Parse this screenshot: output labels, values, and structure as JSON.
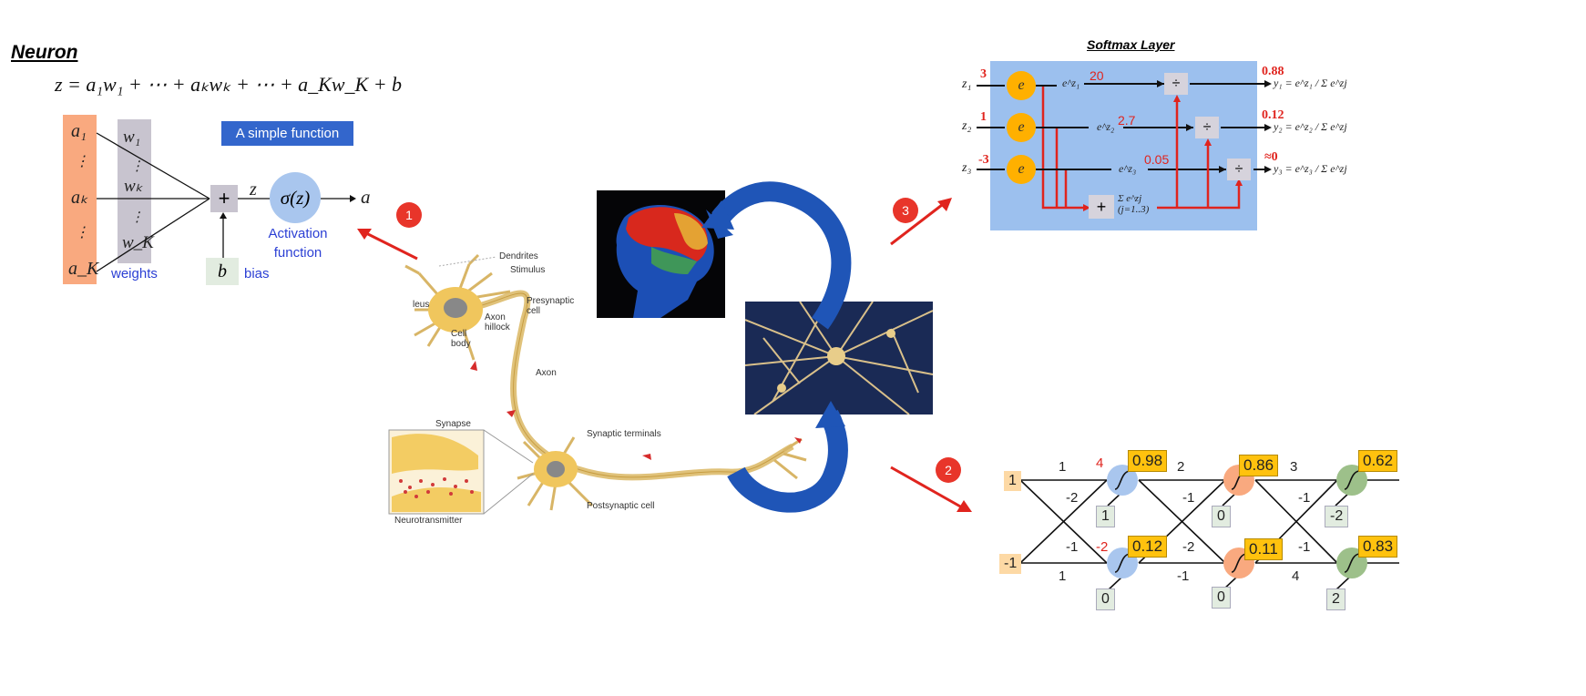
{
  "neuron": {
    "title": "Neuron",
    "equation": "z = a₁w₁ + ⋯ + aₖwₖ + ⋯ + a_Kw_K + b",
    "inputs": [
      "a₁",
      "⋮",
      "aₖ",
      "⋮",
      "a_K"
    ],
    "weights": [
      "w₁",
      "⋮",
      "wₖ",
      "⋮",
      "w_K"
    ],
    "weights_label": "weights",
    "sum_symbol": "+",
    "z_label": "z",
    "activation": "σ(z)",
    "activation_label": "Activation function",
    "output": "a",
    "bias": "b",
    "bias_label": "bias",
    "simple_function": "A simple function"
  },
  "markers": [
    "1",
    "2",
    "3"
  ],
  "biology": {
    "labels": {
      "dendrites": "Dendrites",
      "stimulus": "Stimulus",
      "nucleus": "leus",
      "presynaptic": "Presynaptic cell",
      "axon_hillock": "Axon hillock",
      "cell_body": "Cell body",
      "axon": "Axon",
      "synapse": "Synapse",
      "synaptic_terminals": "Synaptic terminals",
      "neurotransmitter": "Neurotransmitter",
      "postsynaptic": "Postsynaptic cell"
    }
  },
  "softmax": {
    "title": "Softmax Layer",
    "inputs": [
      {
        "name": "z₁",
        "value": "3"
      },
      {
        "name": "z₂",
        "value": "1"
      },
      {
        "name": "z₃",
        "value": "-3"
      }
    ],
    "exp_node": "e",
    "exps": [
      {
        "label": "e^z₁",
        "value": "20"
      },
      {
        "label": "e^z₂",
        "value": "2.7"
      },
      {
        "label": "e^z₃",
        "value": "0.05"
      }
    ],
    "divide": "÷",
    "sum_label": "Σ e^zj (j=1..3)",
    "outputs": [
      {
        "value": "0.88",
        "formula": "y₁ = e^z₁ / Σ e^zj"
      },
      {
        "value": "0.12",
        "formula": "y₂ = e^z₂ / Σ e^zj"
      },
      {
        "value": "≈0",
        "formula": "y₃ = e^z₃ / Σ e^zj"
      }
    ]
  },
  "network": {
    "inputs": [
      "1",
      "-1"
    ],
    "layer1": {
      "weights": [
        "1",
        "-2",
        "-1",
        "1"
      ],
      "pre": [
        "4",
        "-2"
      ],
      "outputs": [
        "0.98",
        "0.12"
      ],
      "biases": [
        "1",
        "0"
      ]
    },
    "layer2": {
      "weights": [
        "2",
        "-1",
        "-2",
        "-1"
      ],
      "outputs": [
        "0.86",
        "0.11"
      ],
      "biases": [
        "0",
        "0"
      ]
    },
    "layer3": {
      "weights": [
        "3",
        "-1",
        "-1",
        "4"
      ],
      "outputs": [
        "0.62",
        "0.83"
      ],
      "biases": [
        "-2",
        "2"
      ]
    }
  },
  "colors": {
    "input_box": "#f9a97f",
    "weight_box": "#c8c4cf",
    "activation_circle": "#a9c6ee",
    "softmax_bg": "#9cc0ee",
    "exp_node": "#ffb000",
    "red": "#e0241e",
    "arrow_blue": "#1f55b7"
  }
}
